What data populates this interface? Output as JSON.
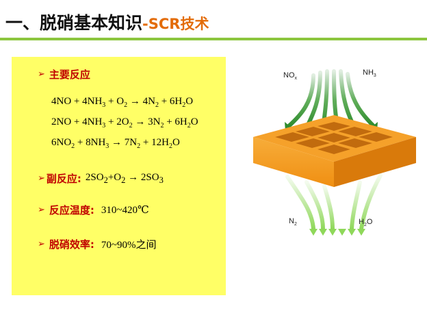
{
  "title": {
    "main": "一、脱硝基本知识",
    "sub": "-SCR技术"
  },
  "panel": {
    "main_reaction": {
      "label": "主要反应",
      "equations": [
        [
          {
            "t": "4NO + 4NH"
          },
          {
            "s": "3"
          },
          {
            "t": " + O"
          },
          {
            "s": "2"
          },
          {
            "t": " → 4N"
          },
          {
            "s": "2"
          },
          {
            "t": " + 6H"
          },
          {
            "s": "2"
          },
          {
            "t": "O"
          }
        ],
        [
          {
            "t": "2NO + 4NH"
          },
          {
            "s": "3"
          },
          {
            "t": " + 2O"
          },
          {
            "s": "2"
          },
          {
            "t": " → 3N"
          },
          {
            "s": "2"
          },
          {
            "t": " + 6H"
          },
          {
            "s": "2"
          },
          {
            "t": "O"
          }
        ],
        [
          {
            "t": "6NO"
          },
          {
            "s": "2"
          },
          {
            "t": " + 8NH"
          },
          {
            "s": "3"
          },
          {
            "t": " →  7N"
          },
          {
            "s": "2"
          },
          {
            "t": " + 12H"
          },
          {
            "s": "2"
          },
          {
            "t": "O"
          }
        ]
      ]
    },
    "side_reaction": {
      "label": "副反应:",
      "equation": [
        {
          "t": "2SO"
        },
        {
          "s": "2"
        },
        {
          "t": "+O"
        },
        {
          "s": "2"
        },
        {
          "t": " → 2SO"
        },
        {
          "s": "3"
        }
      ]
    },
    "temperature": {
      "label": "反应温度:",
      "value": "310~420℃"
    },
    "efficiency": {
      "label": "脱硝效率:",
      "value": "70~90%之间"
    }
  },
  "diagram": {
    "labels": {
      "nox": {
        "base": "NO",
        "sub": "x"
      },
      "nh3": {
        "base": "NH",
        "sub": "3"
      },
      "n2": {
        "base": "N",
        "sub": "2"
      },
      "h2o": {
        "base": "H",
        "sub": "2",
        "tail": "O"
      }
    },
    "colors": {
      "catalyst_top": "#f5a12a",
      "catalyst_front": "#f39a1e",
      "catalyst_side": "#d97a0b",
      "arrow_in": "#2e8b2e",
      "arrow_out": "#8fd85a"
    }
  }
}
